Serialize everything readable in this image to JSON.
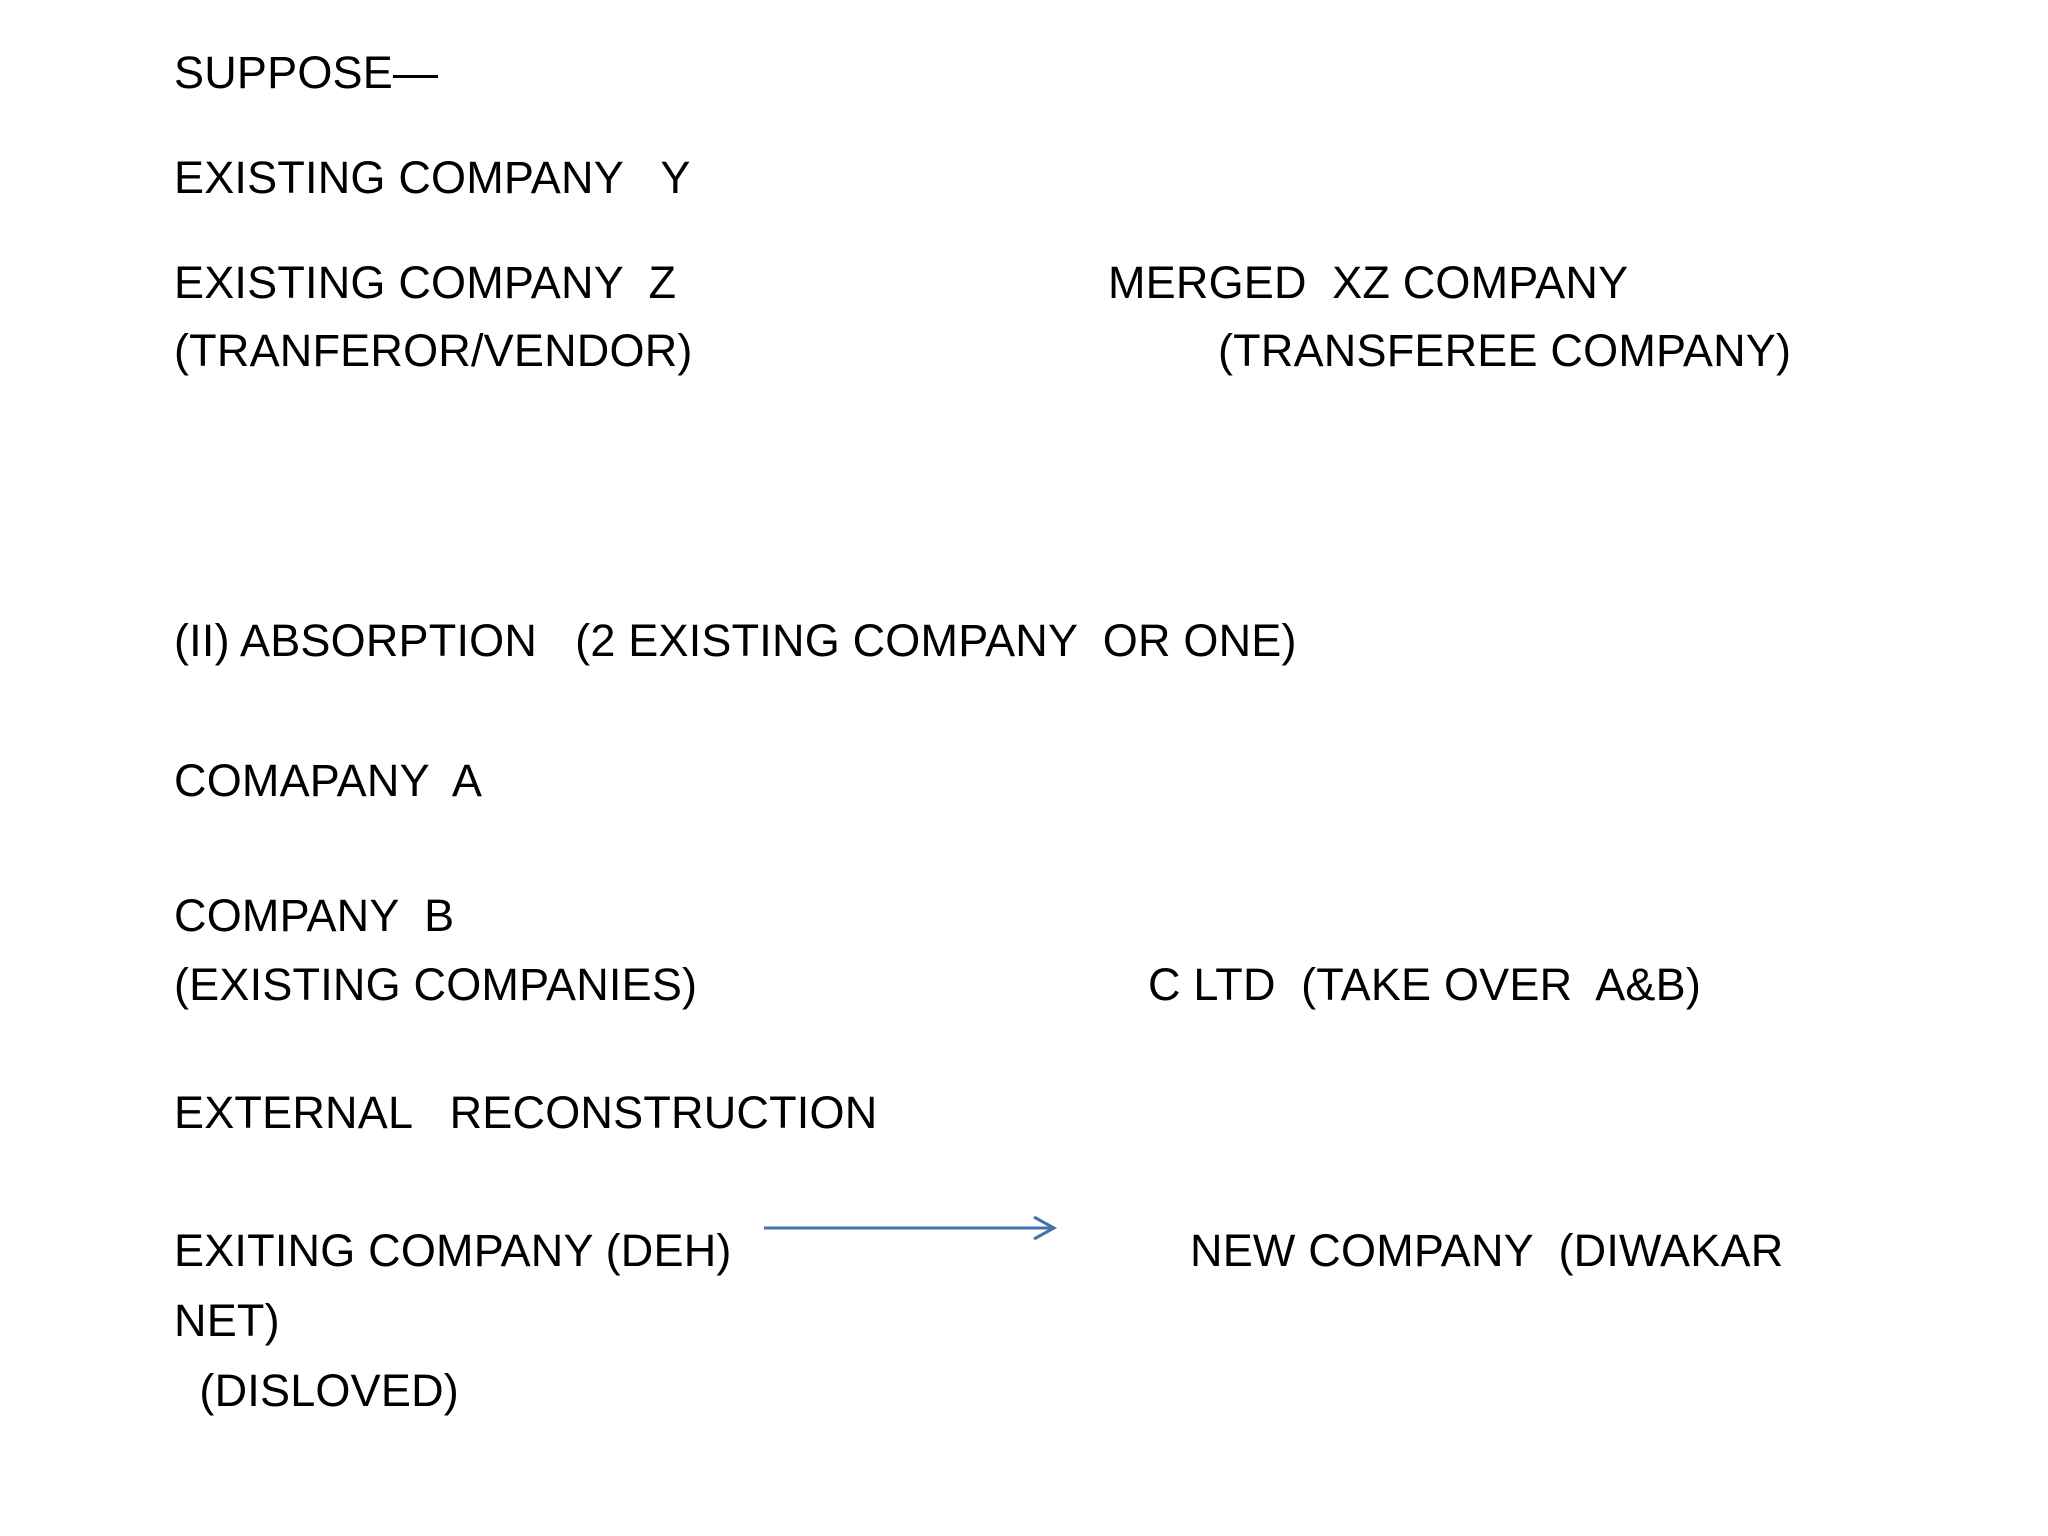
{
  "slide": {
    "background_color": "#ffffff",
    "text_color": "#000000",
    "arrow_color": "#4472a8",
    "heading": "SUPPOSE—",
    "amalgamation": {
      "left_line_1": "EXISTING COMPANY   Y",
      "left_line_2": "EXISTING COMPANY  Z",
      "left_line_3": "(TRANFEROR/VENDOR)",
      "right_line_1": "MERGED  XZ COMPANY",
      "right_line_2": "(TRANSFEREE COMPANY)"
    },
    "absorption": {
      "heading": "(II) ABSORPTION   (2 EXISTING COMPANY  OR ONE)",
      "left_line_1": "COMAPANY  A",
      "left_line_2": "COMPANY  B",
      "left_line_3": "(EXISTING COMPANIES)",
      "right_line_1": "C LTD  (TAKE OVER  A&B)"
    },
    "external_reconstruction": {
      "heading": "EXTERNAL   RECONSTRUCTION",
      "left_line_1": "EXITING COMPANY (DEH)",
      "left_line_2": "NET)",
      "left_line_3": "  (DISLOVED)",
      "right_line_1": "NEW COMPANY  (DIWAKAR",
      "arrow_icon": "right-arrow-icon"
    }
  }
}
